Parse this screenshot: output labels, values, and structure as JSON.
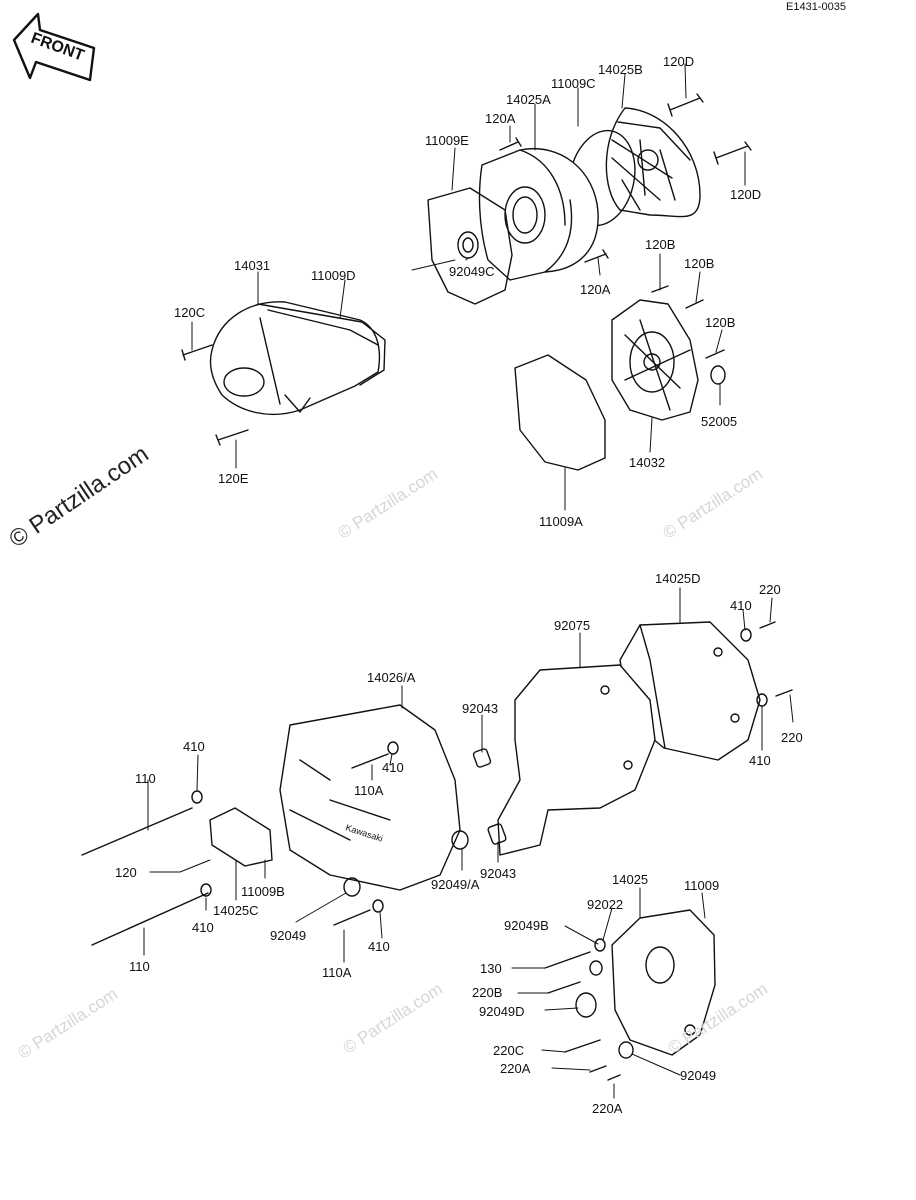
{
  "diagram_code": "E1431-0035",
  "front_arrow_label": "FRONT",
  "watermark": "© Partzilla.com",
  "parts": {
    "p120D_top": "120D",
    "p14025B": "14025B",
    "p11009C": "11009C",
    "p14025A": "14025A",
    "p120A_top": "120A",
    "p11009E": "11009E",
    "p120D_right": "120D",
    "p14031": "14031",
    "p11009D": "11009D",
    "p120C": "120C",
    "p92049C": "92049C",
    "p120B_a": "120B",
    "p120B_b": "120B",
    "p120A_mid": "120A",
    "p120B_c": "120B",
    "p52005": "52005",
    "p120E": "120E",
    "p14032": "14032",
    "p11009A": "11009A",
    "p14025D": "14025D",
    "p220_top": "220",
    "p410_top": "410",
    "p92075": "92075",
    "p14026A": "14026/A",
    "p92043_top": "92043",
    "p220_mid": "220",
    "p410_left": "410",
    "p410_mid": "410",
    "p410_right": "410",
    "p110_top": "110",
    "p110A_top": "110A",
    "p120": "120",
    "p11009B": "11009B",
    "p92049A": "92049/A",
    "p92043_bot": "92043",
    "p14025C": "14025C",
    "p410_lower": "410",
    "p14025": "14025",
    "p11009": "11009",
    "p92049": "92049",
    "p410_bottom": "410",
    "p92022": "92022",
    "p92049B": "92049B",
    "p110_bottom": "110",
    "p110A_bottom": "110A",
    "p130": "130",
    "p220B": "220B",
    "p92049D": "92049D",
    "p220C": "220C",
    "p220A_a": "220A",
    "p92049_br": "92049",
    "p220A_b": "220A"
  }
}
